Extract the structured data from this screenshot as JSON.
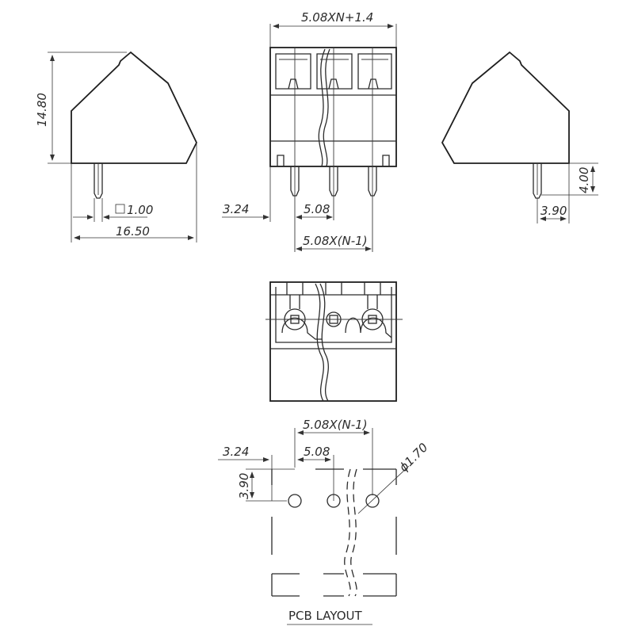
{
  "dimensions": {
    "overall_width": "5.08XN+1.4",
    "height": "14.80",
    "depth": "16.50",
    "pin_square": "1.00",
    "pin_offset": "3.24",
    "pitch": "5.08",
    "pitch_span": "5.08X(N-1)",
    "pin_length": "4.00",
    "pin_setback": "3.90"
  },
  "pcb_layout": {
    "title": "PCB LAYOUT",
    "pitch_span": "5.08X(N-1)",
    "pin_offset": "3.24",
    "pitch": "5.08",
    "row_offset": "3.90",
    "hole_diameter": "ϕ1.70"
  }
}
